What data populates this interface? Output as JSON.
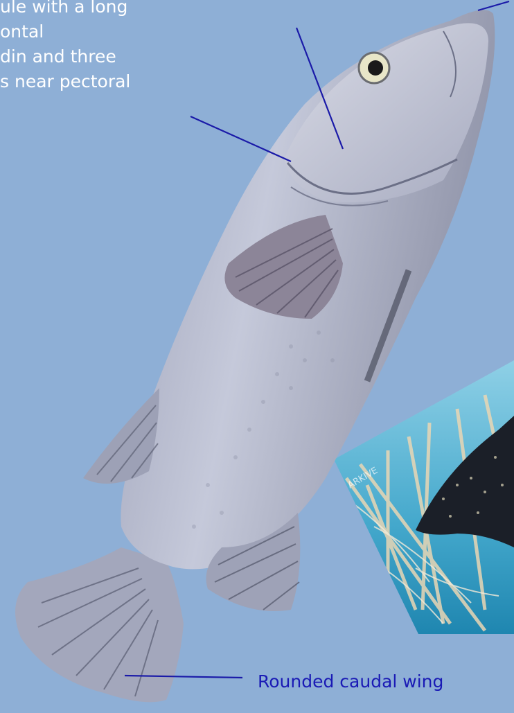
{
  "annotations": {
    "description_lines": [
      "ule with a long",
      "ontal",
      "din and three",
      "s near pectoral"
    ],
    "caudal_fin_label": "Rounded caudal wing"
  },
  "colors": {
    "background": "#8eafd6",
    "annotation_text": "#ffffff",
    "caudal_label_text": "#1a1ab5",
    "leader_line": "#1a1aa8",
    "fish_body": "#b8bdd2",
    "inset_water": "#4fb0cf",
    "inset_fish": "#1b1f28"
  },
  "inset_photo": {
    "watermark": "ARKIVE"
  }
}
